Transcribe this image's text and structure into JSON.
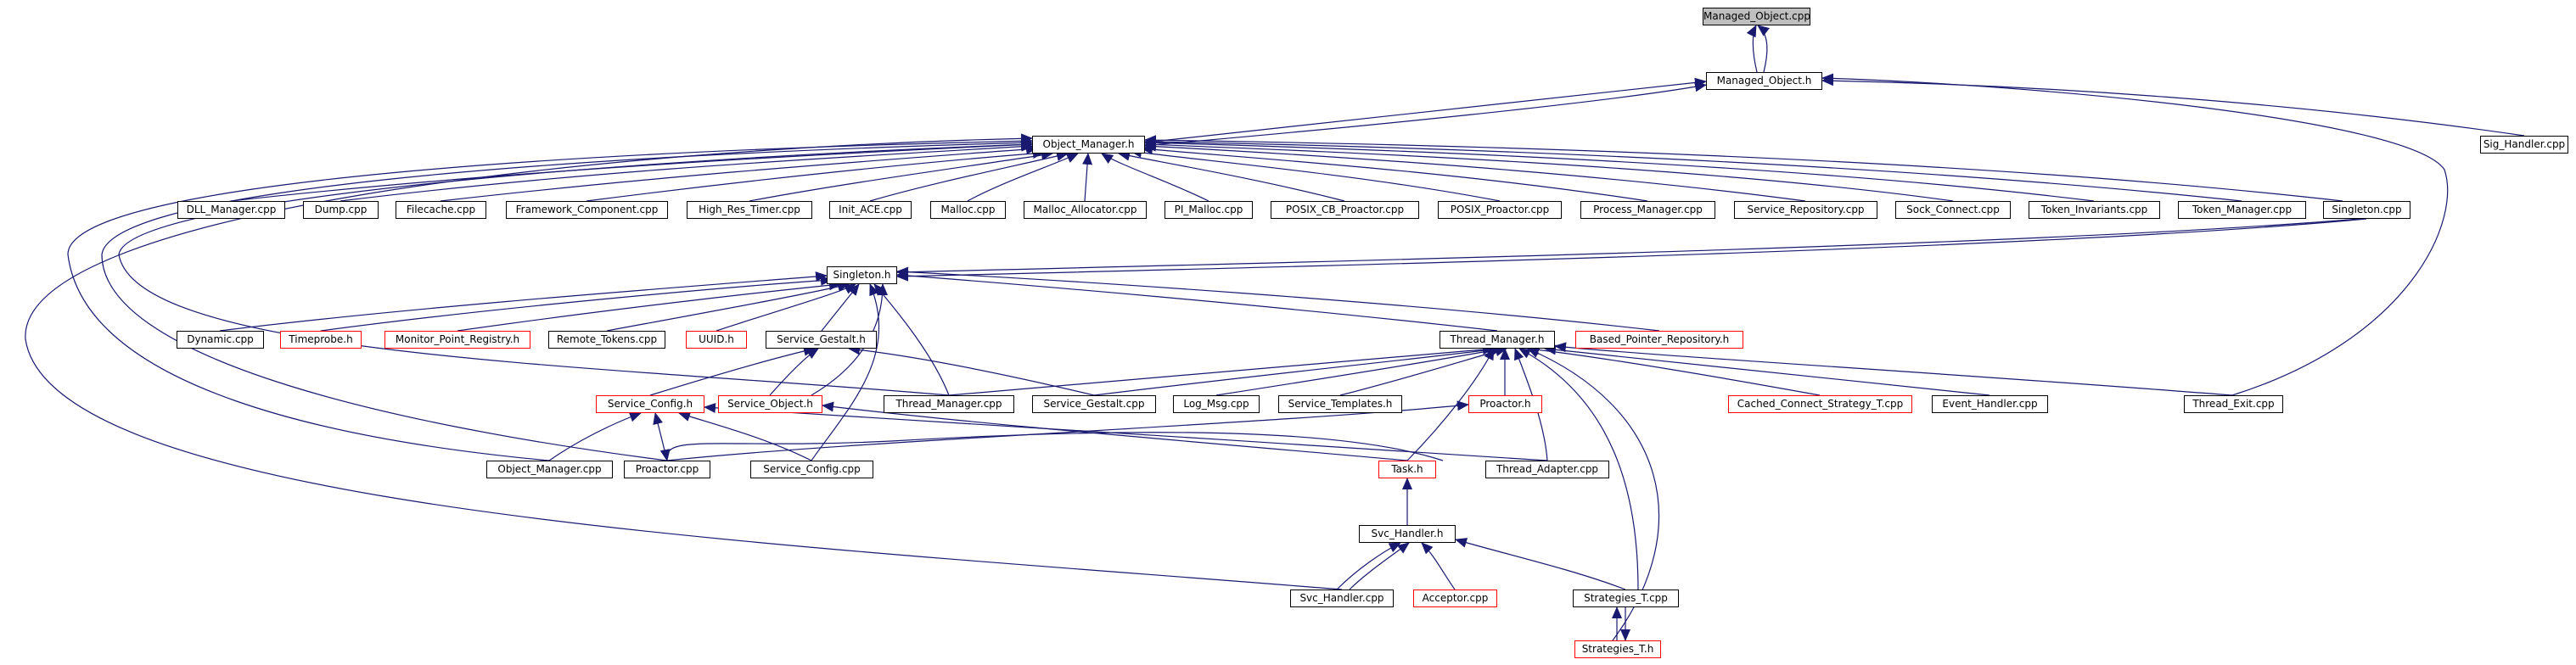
{
  "colors": {
    "edge": "#191970",
    "node_border": "#000000",
    "undocumented_border": "#ff0000",
    "root_fill": "#bfbfbf"
  },
  "nodes": {
    "managed_object_cpp": "Managed_Object.cpp",
    "managed_object_h": "Managed_Object.h",
    "sig_handler_cpp": "Sig_Handler.cpp",
    "object_manager_h": "Object_Manager.h",
    "dll_manager_cpp": "DLL_Manager.cpp",
    "dump_cpp": "Dump.cpp",
    "filecache_cpp": "Filecache.cpp",
    "framework_component_cpp": "Framework_Component.cpp",
    "high_res_timer_cpp": "High_Res_Timer.cpp",
    "init_ace_cpp": "Init_ACE.cpp",
    "malloc_cpp": "Malloc.cpp",
    "malloc_allocator_cpp": "Malloc_Allocator.cpp",
    "pi_malloc_cpp": "PI_Malloc.cpp",
    "posix_cb_proactor_cpp": "POSIX_CB_Proactor.cpp",
    "posix_proactor_cpp": "POSIX_Proactor.cpp",
    "process_manager_cpp": "Process_Manager.cpp",
    "service_repository_cpp": "Service_Repository.cpp",
    "sock_connect_cpp": "Sock_Connect.cpp",
    "token_invariants_cpp": "Token_Invariants.cpp",
    "token_manager_cpp": "Token_Manager.cpp",
    "singleton_cpp": "Singleton.cpp",
    "singleton_h": "Singleton.h",
    "dynamic_cpp": "Dynamic.cpp",
    "timeprobe_h": "Timeprobe.h",
    "monitor_point_registry_h": "Monitor_Point_Registry.h",
    "remote_tokens_cpp": "Remote_Tokens.cpp",
    "uuid_h": "UUID.h",
    "service_gestalt_h": "Service_Gestalt.h",
    "thread_manager_h": "Thread_Manager.h",
    "based_pointer_repository_h": "Based_Pointer_Repository.h",
    "service_config_h": "Service_Config.h",
    "service_object_h": "Service_Object.h",
    "thread_manager_cpp": "Thread_Manager.cpp",
    "service_gestalt_cpp": "Service_Gestalt.cpp",
    "log_msg_cpp": "Log_Msg.cpp",
    "service_templates_h": "Service_Templates.h",
    "proactor_h": "Proactor.h",
    "cached_connect_strategy_t_cpp": "Cached_Connect_Strategy_T.cpp",
    "event_handler_cpp": "Event_Handler.cpp",
    "thread_exit_cpp": "Thread_Exit.cpp",
    "object_manager_cpp": "Object_Manager.cpp",
    "proactor_cpp": "Proactor.cpp",
    "service_config_cpp": "Service_Config.cpp",
    "task_h": "Task.h",
    "thread_adapter_cpp": "Thread_Adapter.cpp",
    "svc_handler_h": "Svc_Handler.h",
    "svc_handler_cpp": "Svc_Handler.cpp",
    "acceptor_cpp": "Acceptor.cpp",
    "strategies_t_cpp": "Strategies_T.cpp",
    "strategies_t_h": "Strategies_T.h"
  }
}
